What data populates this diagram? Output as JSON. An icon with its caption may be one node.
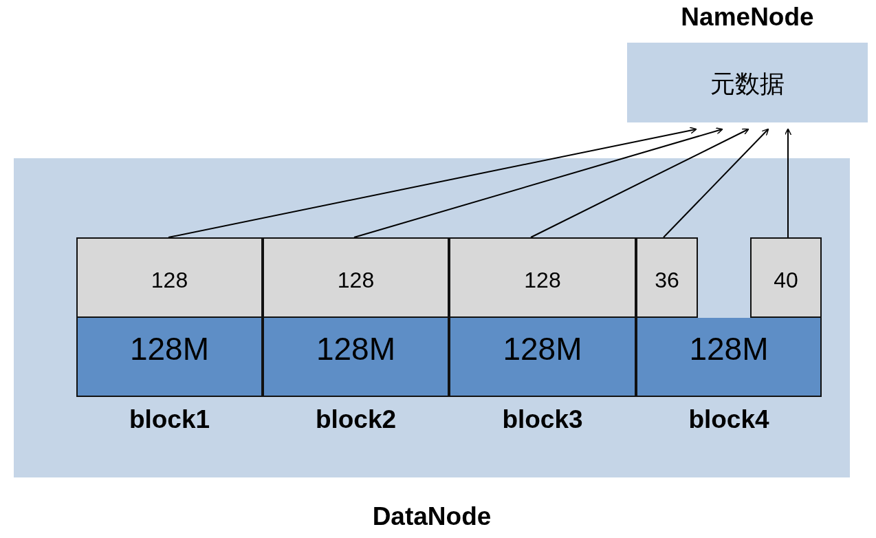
{
  "diagram": {
    "nodes": [
      {
        "text": [
          "NameNode",
          "元数据"
        ]
      },
      {
        "text": [
          "DataNode"
        ]
      },
      {
        "text": [
          "128"
        ],
        "in": 1
      },
      {
        "text": [
          "128"
        ],
        "in": 1
      },
      {
        "text": [
          "128"
        ],
        "in": 1
      },
      {
        "text": [
          "36"
        ],
        "in": 1
      },
      {
        "text": [
          "40"
        ],
        "in": 1
      },
      {
        "text": [
          "128M"
        ],
        "in": 1,
        "beside": [
          "block1"
        ]
      },
      {
        "text": [
          "128M"
        ],
        "in": 1,
        "beside": [
          "block2"
        ]
      },
      {
        "text": [
          "128M"
        ],
        "in": 1,
        "beside": [
          "block3"
        ]
      },
      {
        "text": [
          "128M"
        ],
        "in": 1,
        "beside": [
          "block4"
        ]
      }
    ],
    "edges": [
      {
        "from": 2,
        "to": 0,
        "arrow": "to"
      },
      {
        "from": 3,
        "to": 0,
        "arrow": "to"
      },
      {
        "from": 4,
        "to": 0,
        "arrow": "to"
      },
      {
        "from": 5,
        "to": 0,
        "arrow": "to"
      },
      {
        "from": 6,
        "to": 0,
        "arrow": "to"
      }
    ]
  }
}
